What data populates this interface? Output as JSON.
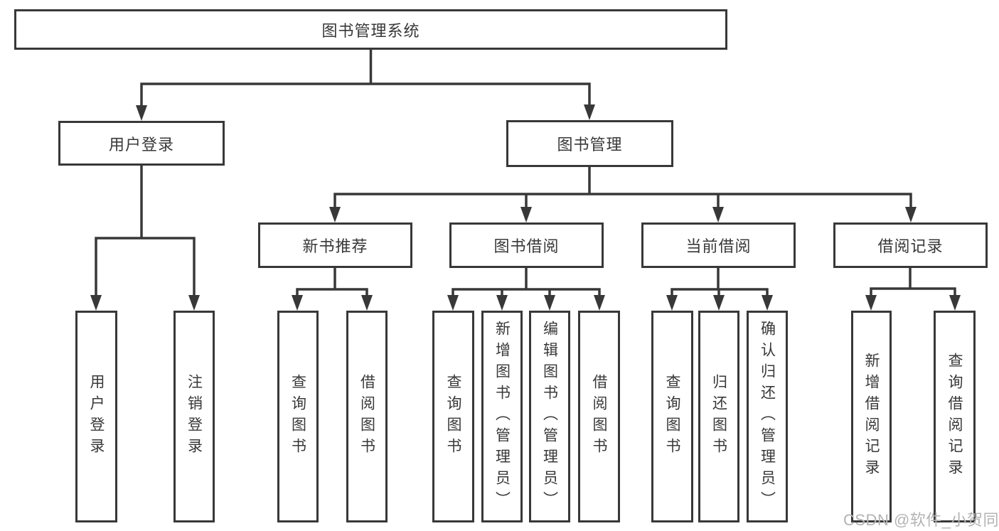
{
  "diagram_type": "hierarchy-tree",
  "tree": {
    "label": "图书管理系统",
    "children": [
      {
        "label": "用户登录",
        "children": [
          {
            "label": "用户登录"
          },
          {
            "label": "注销登录"
          }
        ]
      },
      {
        "label": "图书管理",
        "children": [
          {
            "label": "新书推荐",
            "children": [
              {
                "label": "查询图书"
              },
              {
                "label": "借阅图书"
              }
            ]
          },
          {
            "label": "图书借阅",
            "children": [
              {
                "label": "查询图书"
              },
              {
                "label": "新增图书（管理员）"
              },
              {
                "label": "编辑图书（管理员）"
              },
              {
                "label": "借阅图书"
              }
            ]
          },
          {
            "label": "当前借阅",
            "children": [
              {
                "label": "查询图书"
              },
              {
                "label": "归还图书"
              },
              {
                "label": "确认归还（管理员）"
              }
            ]
          },
          {
            "label": "借阅记录",
            "children": [
              {
                "label": "新增借阅记录"
              },
              {
                "label": "查询借阅记录"
              }
            ]
          }
        ]
      }
    ]
  },
  "watermark": "CSDN @软件_小贺同学",
  "colors": {
    "line": "#383838",
    "text": "#383838",
    "watermark": "#b3b3b3",
    "background": "#ffffff"
  }
}
